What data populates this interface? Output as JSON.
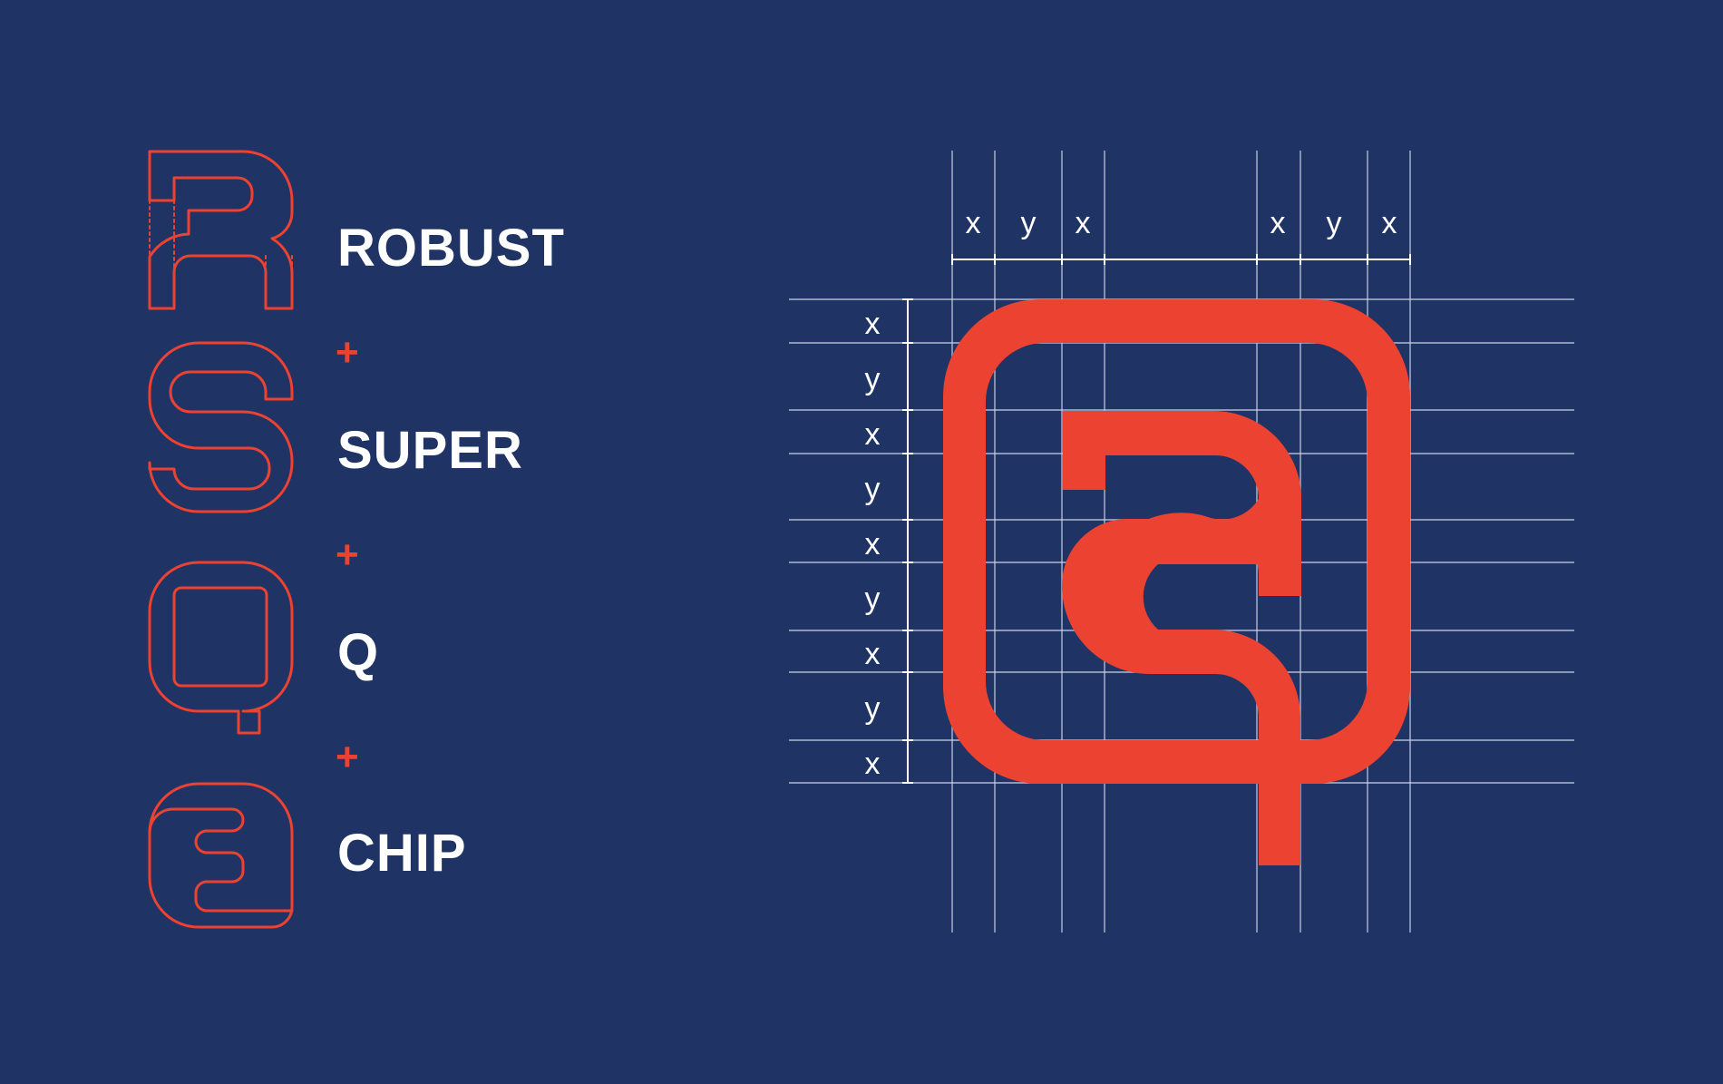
{
  "colors": {
    "background": "#1f3364",
    "accent": "#ec4231",
    "grid_line": "#c9d0e2",
    "label": "#ffffff"
  },
  "acronym": {
    "words": [
      "ROBUST",
      "SUPER",
      "Q",
      "CHIP"
    ],
    "separator": "+"
  },
  "grid": {
    "column_labels": [
      "x",
      "y",
      "x",
      "x",
      "y",
      "x"
    ],
    "row_labels": [
      "x",
      "y",
      "x",
      "y",
      "x",
      "y",
      "x",
      "y",
      "x"
    ]
  }
}
